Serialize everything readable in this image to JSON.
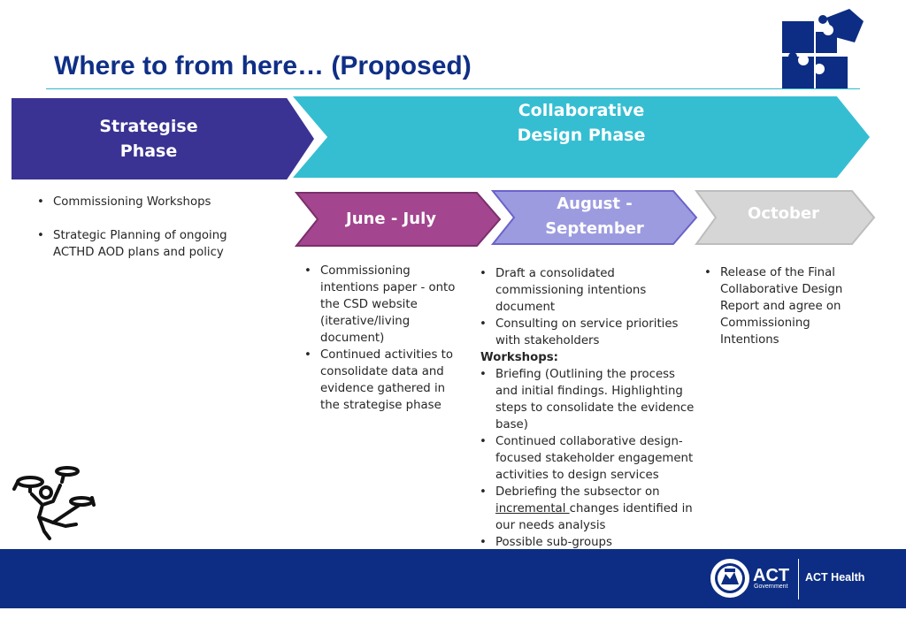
{
  "slide": {
    "title": "Where to from here… (Proposed)"
  },
  "phases": {
    "strategise": {
      "line1": "Strategise",
      "line2": "Phase"
    },
    "collaborative": {
      "line1": "Collaborative",
      "line2": "Design Phase"
    }
  },
  "timeline": [
    {
      "line1": "June - July",
      "line2": "",
      "color": "#a3458f"
    },
    {
      "line1": "August -",
      "line2": "September",
      "color": "#9d9be0"
    },
    {
      "line1": "October",
      "line2": "",
      "color": "#d6d6d6"
    }
  ],
  "strategise_items": [
    "Commissioning Workshops",
    "Strategic Planning of ongoing ACTHD AOD plans and policy"
  ],
  "june_items": [
    "Commissioning intentions paper - onto the CSD website (iterative/living document)",
    "Continued activities to consolidate data and evidence gathered in the strategise phase"
  ],
  "august_items": [
    "Draft a consolidated commissioning intentions document",
    "Consulting on service priorities with stakeholders"
  ],
  "workshops": {
    "heading": "Workshops:",
    "items": [
      "Briefing (Outlining the process and initial findings. Highlighting steps to consolidate the evidence base)",
      "Continued collaborative design-focused stakeholder engagement activities to design services"
    ],
    "debrief": {
      "prefix": "Debriefing the subsector on ",
      "underlined": "incremental ",
      "suffix": "changes identified in our needs analysis"
    },
    "last": "Possible sub-groups"
  },
  "october_items": [
    "Release of the Final Collaborative Design Report and agree on Commissioning Intentions"
  ],
  "footer": {
    "brand": "ACT",
    "brand_sub": "Government",
    "department": "ACT Health"
  },
  "colors": {
    "title": "#0f2f86",
    "strategise": "#3a3393",
    "collaborative": "#35bed2",
    "footer": "#0c2d83"
  }
}
